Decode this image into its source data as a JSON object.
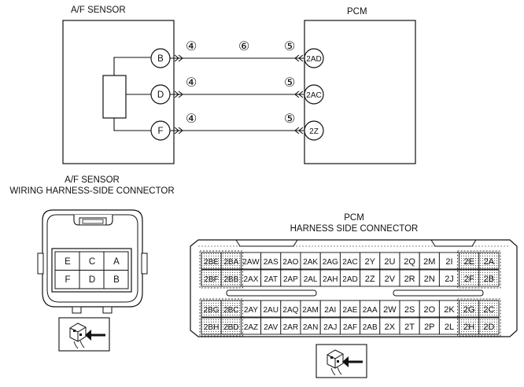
{
  "colors": {
    "line": "#111111",
    "shade": "#bdbdbd",
    "paper": "#ffffff"
  },
  "wiring": {
    "sensor_title": "A/F SENSOR",
    "pcm_title": "PCM",
    "sensor_pins": [
      "B",
      "D",
      "F"
    ],
    "pcm_pins": [
      "2AD",
      "2AC",
      "2Z"
    ],
    "left_circled": [
      "④",
      "④",
      "④"
    ],
    "right_circled": [
      "⑤",
      "⑤",
      "⑤"
    ],
    "mid_circled": "⑥"
  },
  "sensor_connector": {
    "title_line1": "A/F SENSOR",
    "title_line2": "WIRING HARNESS-SIDE CONNECTOR",
    "row1": [
      "E",
      "C",
      "A"
    ],
    "row2": [
      "F",
      "D",
      "B"
    ],
    "view_icon": "connector-view-arrow-icon"
  },
  "pcm_connector": {
    "title_line1": "PCM",
    "title_line2": "HARNESS SIDE CONNECTOR",
    "upper_row1": [
      "2BE",
      "2BA",
      "2AW",
      "2AS",
      "2AO",
      "2AK",
      "2AG",
      "2AC",
      "2Y",
      "2U",
      "2Q",
      "2M",
      "2I",
      "2E",
      "2A"
    ],
    "upper_row2": [
      "2BF",
      "2BB",
      "2AX",
      "2AT",
      "2AP",
      "2AL",
      "2AH",
      "2AD",
      "2Z",
      "2V",
      "2R",
      "2N",
      "2J",
      "2F",
      "2B"
    ],
    "lower_row1": [
      "2BG",
      "2BC",
      "2AY",
      "2AU",
      "2AQ",
      "2AM",
      "2AI",
      "2AE",
      "2AA",
      "2W",
      "2S",
      "2O",
      "2K",
      "2G",
      "2C"
    ],
    "lower_row2": [
      "2BH",
      "2BD",
      "2AZ",
      "2AV",
      "2AR",
      "2AN",
      "2AJ",
      "2AF",
      "2AB",
      "2X",
      "2T",
      "2P",
      "2L",
      "2H",
      "2D"
    ],
    "view_icon": "connector-view-arrow-icon"
  }
}
